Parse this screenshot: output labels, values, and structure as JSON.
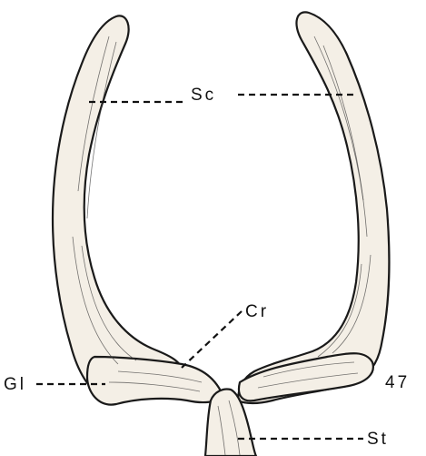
{
  "labels": {
    "scapula": "Sc",
    "coracoid": "Cr",
    "glenoid": "Gl",
    "sternum": "St",
    "figure_number": "47"
  },
  "colors": {
    "ink": "#111111",
    "bone_fill": "#f4efe6",
    "background": "#ffffff"
  }
}
